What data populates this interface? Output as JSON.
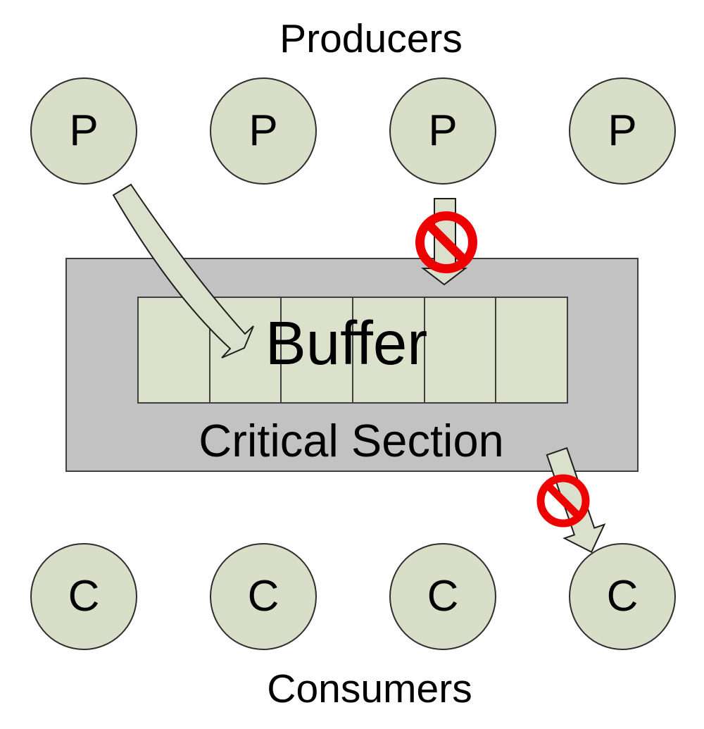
{
  "diagram": {
    "top_label": "Producers",
    "bottom_label": "Consumers",
    "critical_section": {
      "label": "Critical Section"
    },
    "buffer": {
      "label": "Buffer",
      "cell_count": 6
    },
    "producers": [
      {
        "label": "P"
      },
      {
        "label": "P"
      },
      {
        "label": "P"
      },
      {
        "label": "P"
      }
    ],
    "consumers": [
      {
        "label": "C"
      },
      {
        "label": "C"
      },
      {
        "label": "C"
      },
      {
        "label": "C"
      }
    ],
    "arrows": [
      {
        "id": "insert-arrow",
        "from": "producer-1",
        "to": "buffer",
        "status": "allowed"
      },
      {
        "id": "blocked-producer-arrow",
        "from": "producer-3",
        "to": "buffer",
        "status": "blocked"
      },
      {
        "id": "blocked-consumer-arrow",
        "from": "buffer",
        "to": "consumer-4",
        "status": "blocked"
      }
    ],
    "colors": {
      "node_fill": "#d9dec8",
      "buffer_fill": "#dce1cc",
      "section_fill": "#c2c2c2",
      "arrow_fill": "#dbe0cc",
      "outline": "#2e2e2e",
      "prohibition_red": "#ee0000",
      "text": "#000000",
      "background": "#ffffff"
    }
  }
}
